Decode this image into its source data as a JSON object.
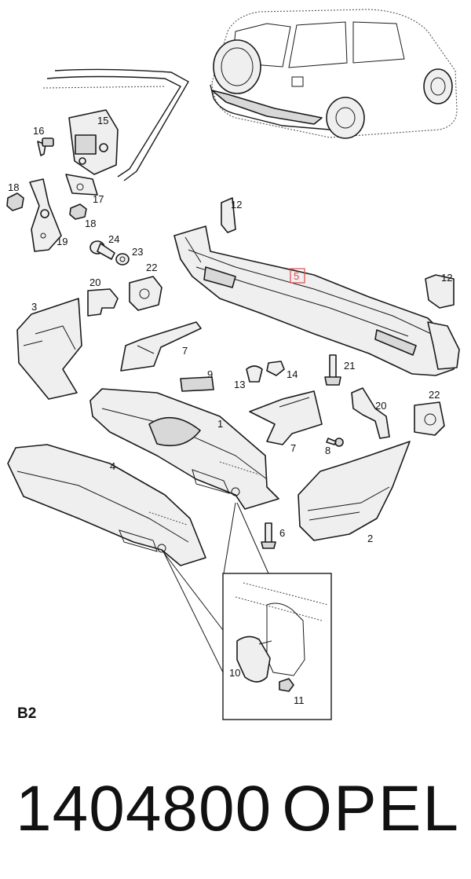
{
  "sheet_code": "B2",
  "part_number": "1404800",
  "brand": "OPEL",
  "highlight_color": "#e0474c",
  "callouts": {
    "c1": "1",
    "c2": "2",
    "c3": "3",
    "c4": "4",
    "c5": "5",
    "c6": "6",
    "c7a": "7",
    "c7b": "7",
    "c8": "8",
    "c9": "9",
    "c10": "10",
    "c11": "11",
    "c12a": "12",
    "c12b": "12",
    "c13": "13",
    "c14": "14",
    "c15": "15",
    "c16": "16",
    "c17": "17",
    "c18a": "18",
    "c18b": "18",
    "c19": "19",
    "c20a": "20",
    "c20b": "20",
    "c21": "21",
    "c22a": "22",
    "c22b": "22",
    "c23": "23",
    "c24": "24"
  }
}
